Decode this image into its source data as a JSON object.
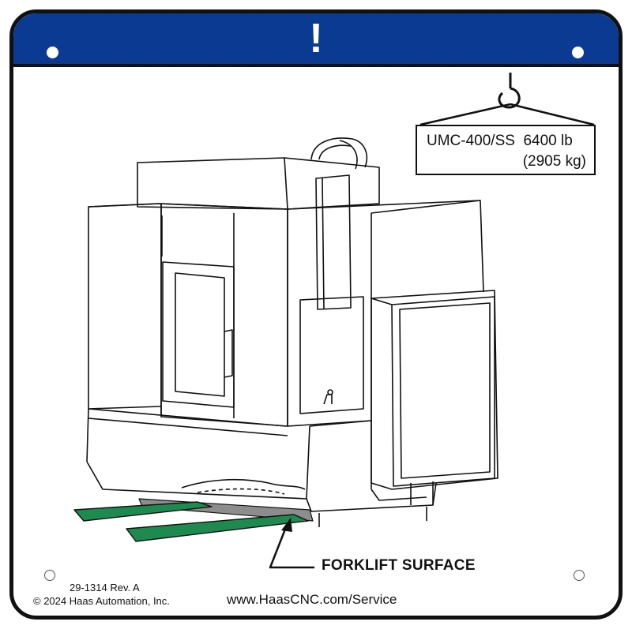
{
  "banner": {
    "symbol": "!",
    "color": "#0b3a93"
  },
  "weight_label": {
    "model_weight": "UMC-400/SS  6400 lb",
    "metric_weight": "(2905 kg)"
  },
  "callout": {
    "label": "FORKLIFT SURFACE"
  },
  "footer": {
    "part_number": "29-1314 Rev. A",
    "copyright": "© 2024 Haas Automation, Inc.",
    "url": "www.HaasCNC.com/Service"
  },
  "colors": {
    "fork": "#1f8a50",
    "forklift_surface": "#8d8d8d"
  },
  "icons": [
    "exclamation-icon",
    "lifting-hook-icon",
    "machine-illustration",
    "forklift-forks",
    "callout-arrow"
  ]
}
